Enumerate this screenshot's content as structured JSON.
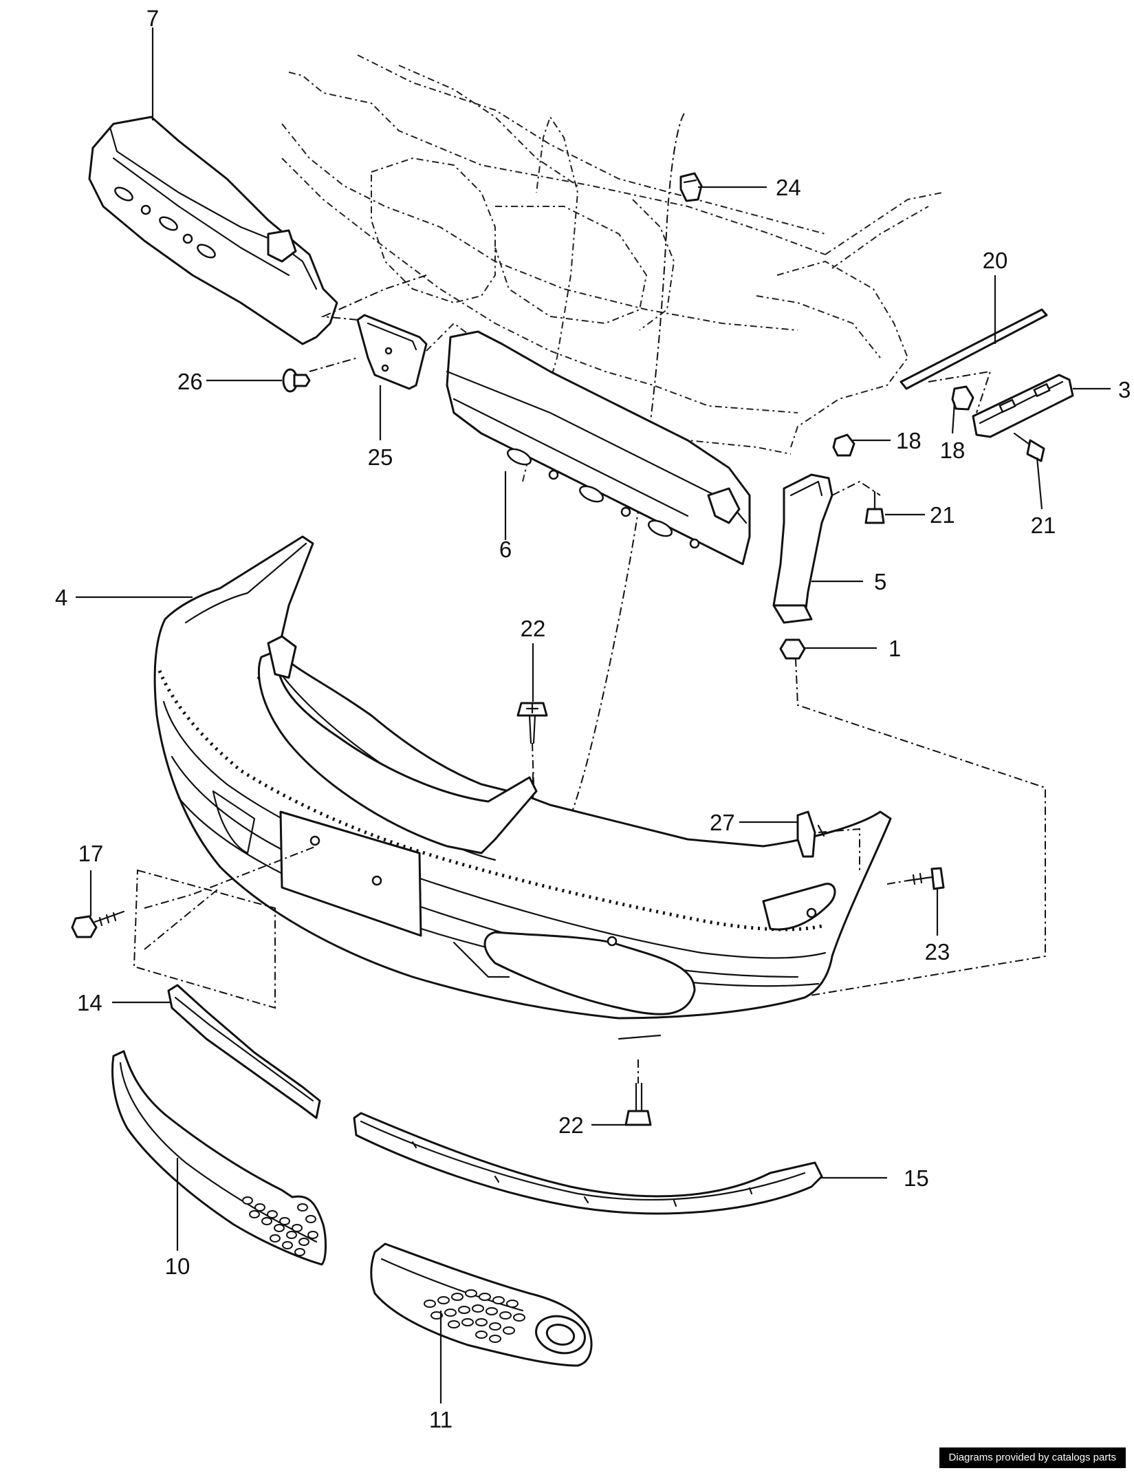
{
  "callouts": [
    {
      "id": "7",
      "label": "7"
    },
    {
      "id": "24",
      "label": "24"
    },
    {
      "id": "20",
      "label": "20"
    },
    {
      "id": "3",
      "label": "3"
    },
    {
      "id": "26",
      "label": "26"
    },
    {
      "id": "25",
      "label": "25"
    },
    {
      "id": "18a",
      "label": "18"
    },
    {
      "id": "18b",
      "label": "18"
    },
    {
      "id": "21a",
      "label": "21"
    },
    {
      "id": "21b",
      "label": "21"
    },
    {
      "id": "6",
      "label": "6"
    },
    {
      "id": "4",
      "label": "4"
    },
    {
      "id": "5",
      "label": "5"
    },
    {
      "id": "22a",
      "label": "22"
    },
    {
      "id": "1",
      "label": "1"
    },
    {
      "id": "27",
      "label": "27"
    },
    {
      "id": "17",
      "label": "17"
    },
    {
      "id": "23",
      "label": "23"
    },
    {
      "id": "14",
      "label": "14"
    },
    {
      "id": "22b",
      "label": "22"
    },
    {
      "id": "15",
      "label": "15"
    },
    {
      "id": "10",
      "label": "10"
    },
    {
      "id": "11",
      "label": "11"
    }
  ],
  "credit": "Diagrams provided by catalogs parts"
}
